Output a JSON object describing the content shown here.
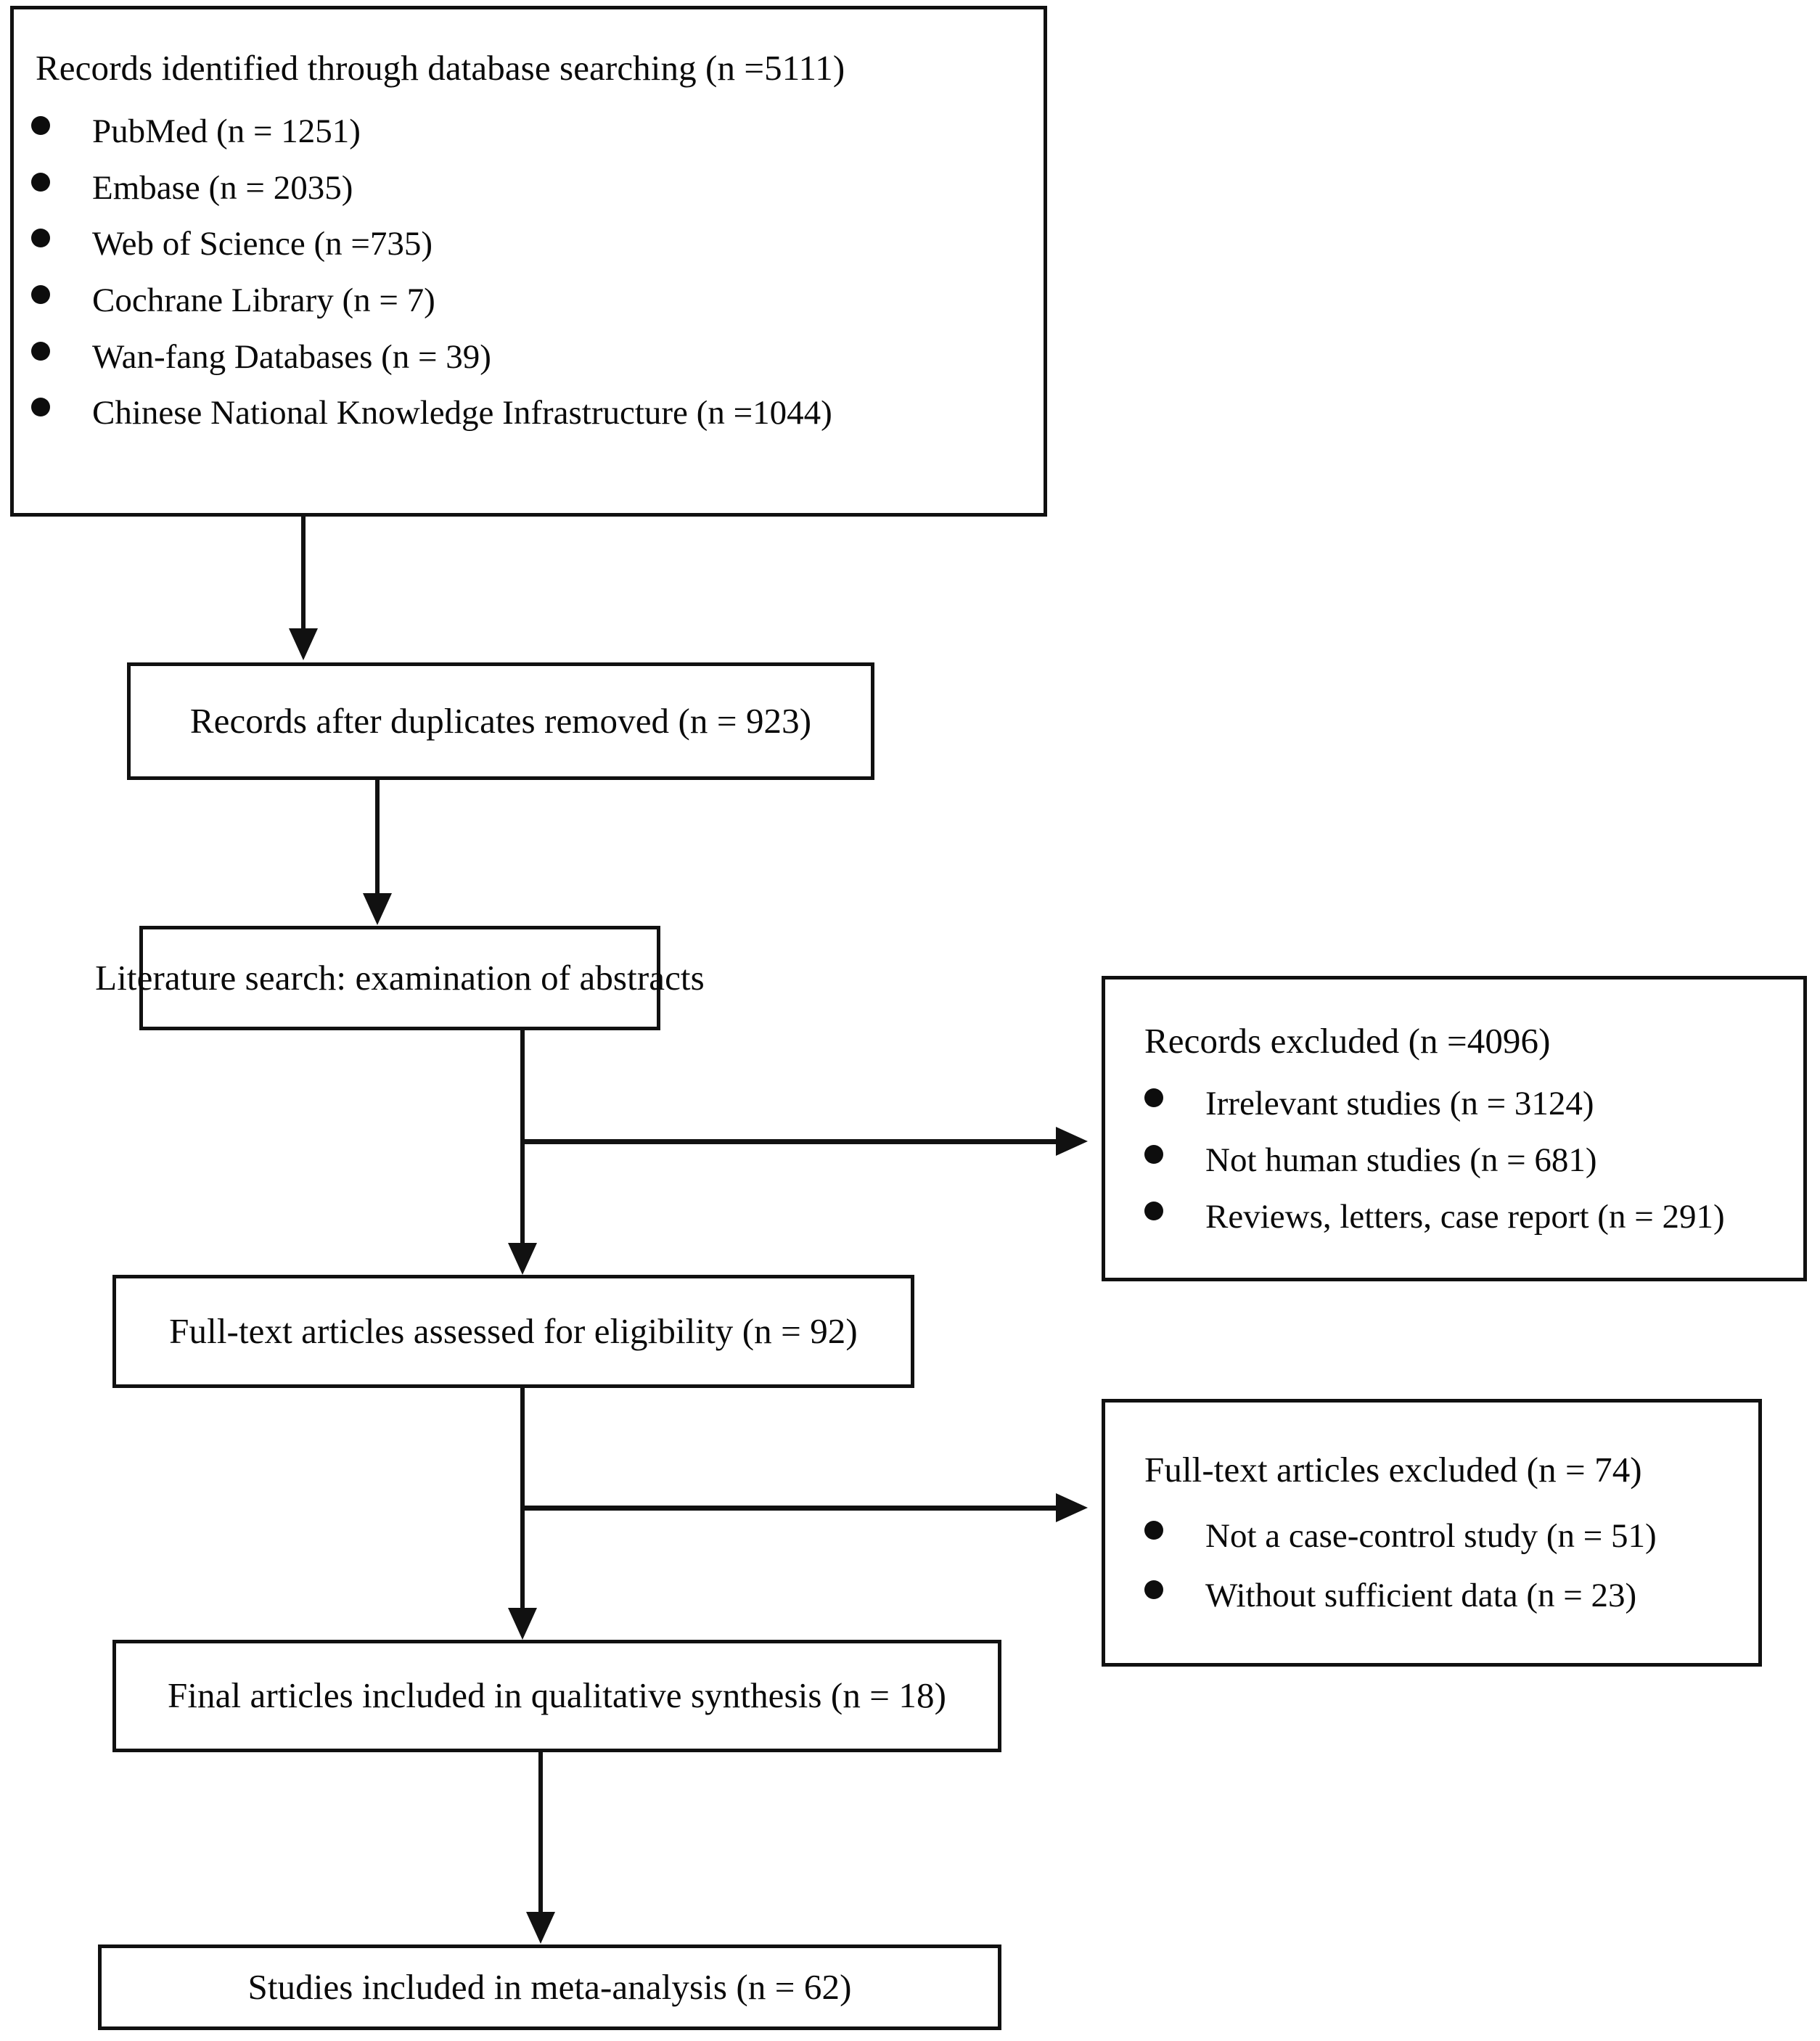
{
  "diagram": {
    "type": "prisma-flow-diagram",
    "nodes": {
      "identification": {
        "title": "Records identified through database searching (n =5111)",
        "sources": [
          "PubMed (n = 1251)",
          "Embase (n = 2035)",
          "Web of Science (n =735)",
          "Cochrane Library (n = 7)",
          "Wan-fang Databases (n = 39)",
          "Chinese National Knowledge Infrastructure (n =1044)"
        ]
      },
      "duplicates_removed": {
        "title": "Records after duplicates removed (n = 923)"
      },
      "screening": {
        "title": "Literature search: examination of abstracts"
      },
      "records_excluded": {
        "title": "Records excluded (n =4096)",
        "reasons": [
          "Irrelevant studies (n = 3124)",
          "Not human studies (n = 681)",
          "Reviews, letters, case report (n = 291)"
        ]
      },
      "eligibility": {
        "title": "Full-text articles assessed for eligibility (n = 92)"
      },
      "fulltext_excluded": {
        "title": "Full-text articles excluded (n = 74)",
        "reasons": [
          "Not a case-control study (n = 51)",
          "Without sufficient data (n = 23)"
        ]
      },
      "qualitative_synthesis": {
        "title": "Final articles included in qualitative synthesis (n = 18)"
      },
      "meta_analysis": {
        "title": "Studies included in meta-analysis (n = 62)"
      }
    },
    "counts": {
      "records_identified": 5111,
      "pubmed": 1251,
      "embase": 2035,
      "web_of_science": 735,
      "cochrane_library": 7,
      "wanfang": 39,
      "cnki": 1044,
      "after_duplicates": 923,
      "records_excluded": 4096,
      "irrelevant_studies": 3124,
      "not_human_studies": 681,
      "reviews_letters_case_reports": 291,
      "fulltext_assessed": 92,
      "fulltext_excluded": 74,
      "not_case_control": 51,
      "without_sufficient_data": 23,
      "qualitative_synthesis": 18,
      "meta_analysis": 62
    },
    "colors": {
      "line": "#111111",
      "box_border": "#111111",
      "background": "#ffffff",
      "text": "#0a0a0a"
    }
  }
}
